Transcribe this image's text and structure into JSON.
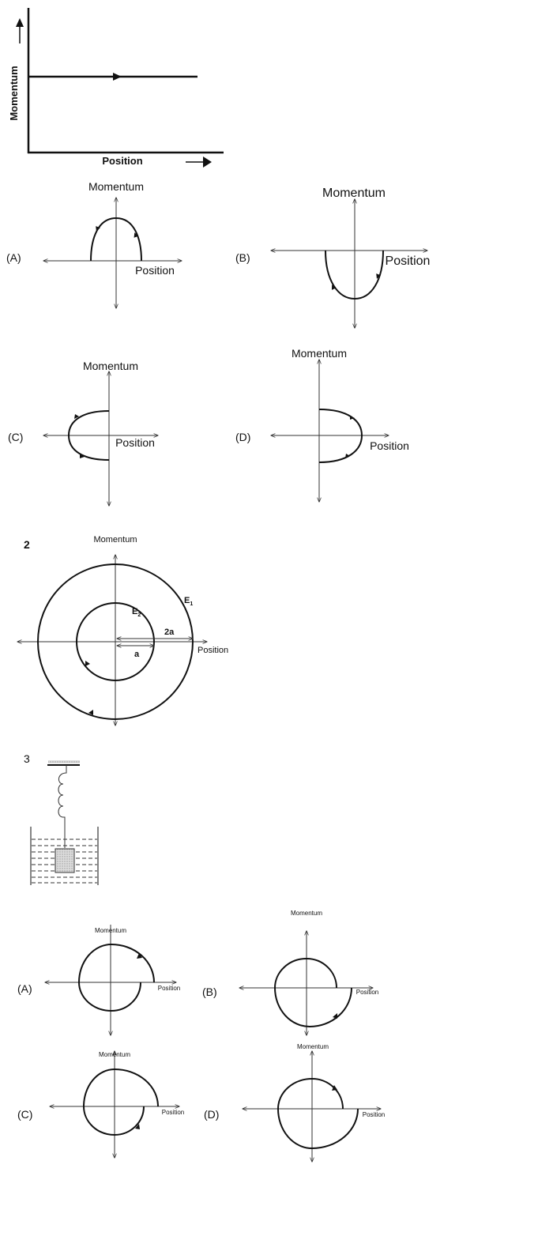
{
  "fig1": {
    "ylabel": "Momentum",
    "xlabel": "Position"
  },
  "q1_options": [
    {
      "label": "(A)",
      "ylabel": "Momentum",
      "xlabel": "Position"
    },
    {
      "label": "(B)",
      "ylabel": "Momentum",
      "xlabel": "Position"
    },
    {
      "label": "(C)",
      "ylabel": "Momentum",
      "xlabel": "Position"
    },
    {
      "label": "(D)",
      "ylabel": "Momentum",
      "xlabel": "Position"
    }
  ],
  "fig2": {
    "number": "2",
    "ylabel": "Momentum",
    "xlabel": "Position",
    "outer_label": "E",
    "outer_sub": "1",
    "inner_label": "E",
    "inner_sub": "2",
    "outer_radius": "2a",
    "inner_radius": "a"
  },
  "fig3": {
    "number": "3"
  },
  "q3_options": [
    {
      "label": "(A)",
      "ylabel": "Momentum",
      "xlabel": "Position"
    },
    {
      "label": "(B)",
      "ylabel": "Momentum",
      "xlabel": "Position"
    },
    {
      "label": "(C)",
      "ylabel": "Momentum",
      "xlabel": "Position"
    },
    {
      "label": "(D)",
      "ylabel": "Momentum",
      "xlabel": "Position"
    }
  ]
}
